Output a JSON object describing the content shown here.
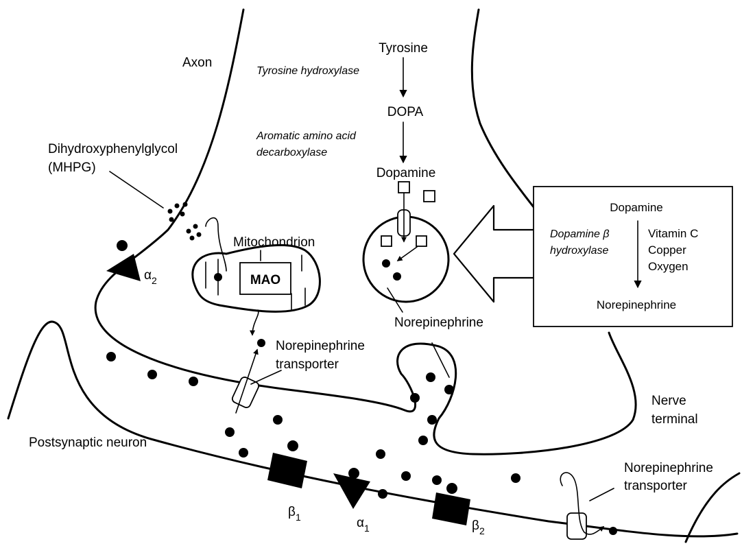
{
  "labels": {
    "axon": "Axon",
    "tyrosine": "Tyrosine",
    "tyrosine_hydroxylase": "Tyrosine hydroxylase",
    "dopa": "DOPA",
    "aadc_line1": "Aromatic amino acid",
    "aadc_line2": "decarboxylase",
    "dopamine": "Dopamine",
    "mhpg_line1": "Dihydroxyphenylglycol",
    "mhpg_line2": "(MHPG)",
    "mitochondrion": "Mitochondrion",
    "mao": "MAO",
    "alpha2": "α",
    "alpha2_sub": "2",
    "net_top_line1": "Norepinephrine",
    "net_top_line2": "transporter",
    "vesicle_norepinephrine": "Norepinephrine",
    "nerve_terminal_line1": "Nerve",
    "nerve_terminal_line2": "terminal",
    "postsynaptic_neuron": "Postsynaptic neuron",
    "beta1": "β",
    "beta1_sub": "1",
    "alpha1": "α",
    "alpha1_sub": "1",
    "beta2": "β",
    "beta2_sub": "2",
    "net_bottom_line1": "Norepinephrine",
    "net_bottom_line2": "transporter"
  },
  "inset": {
    "dopamine": "Dopamine",
    "enzyme_line1": "Dopamine β",
    "enzyme_line2": "hydroxylase",
    "cofactor1": "Vitamin C",
    "cofactor2": "Copper",
    "cofactor3": "Oxygen",
    "norepinephrine": "Norepinephrine"
  }
}
